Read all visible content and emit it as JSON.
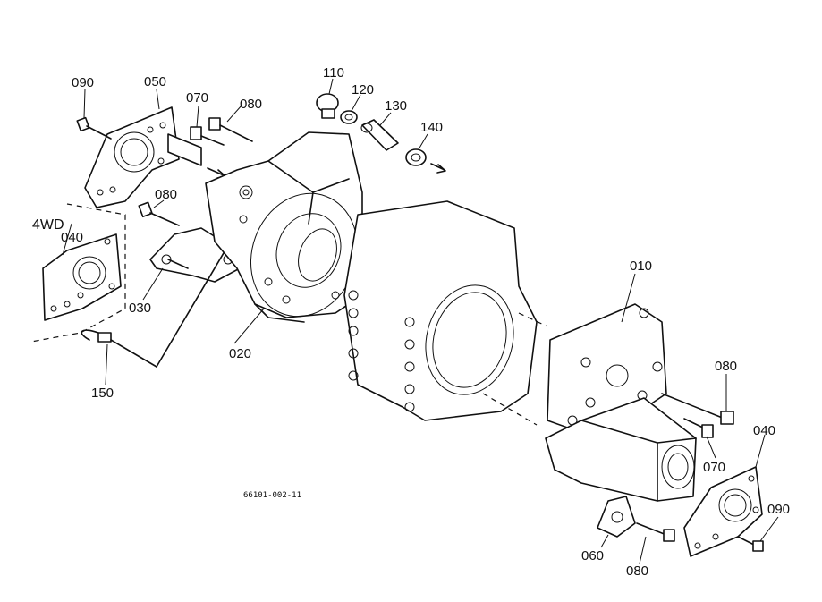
{
  "callouts": {
    "c090_top": "090",
    "c050": "050",
    "c070_top": "070",
    "c080_top": "080",
    "c110": "110",
    "c120": "120",
    "c130": "130",
    "c140": "140",
    "c4wd": "4WD",
    "c040_left": "040",
    "c080_mid": "080",
    "c030": "030",
    "c020": "020",
    "c150": "150",
    "c010": "010",
    "c080_right": "080",
    "c070_right": "070",
    "c040_right": "040",
    "c090_right": "090",
    "c060": "060",
    "c080_bottom": "080"
  },
  "figure_code": "66101-002-11"
}
